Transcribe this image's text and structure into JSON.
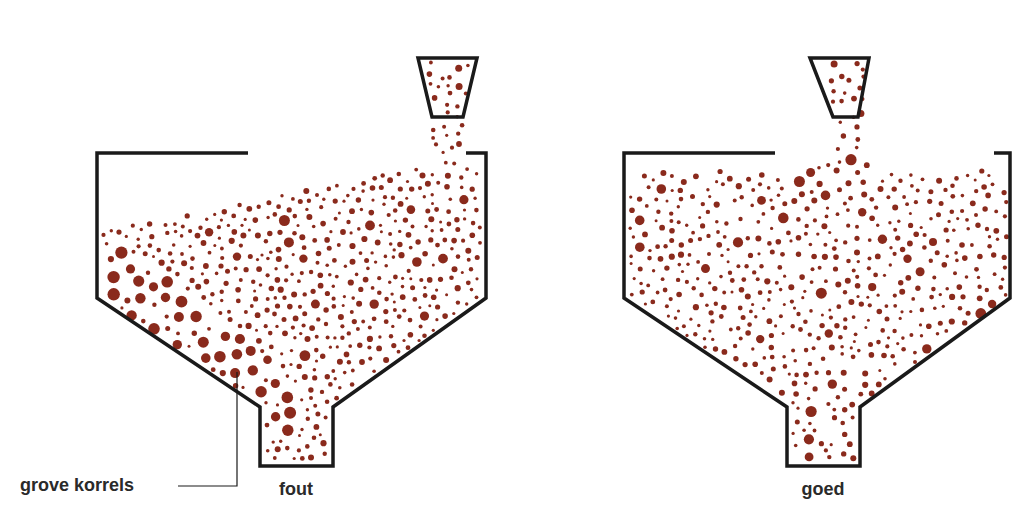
{
  "diagram": {
    "labels": [
      "grove korrels",
      "fout",
      "goed"
    ]
  }
}
